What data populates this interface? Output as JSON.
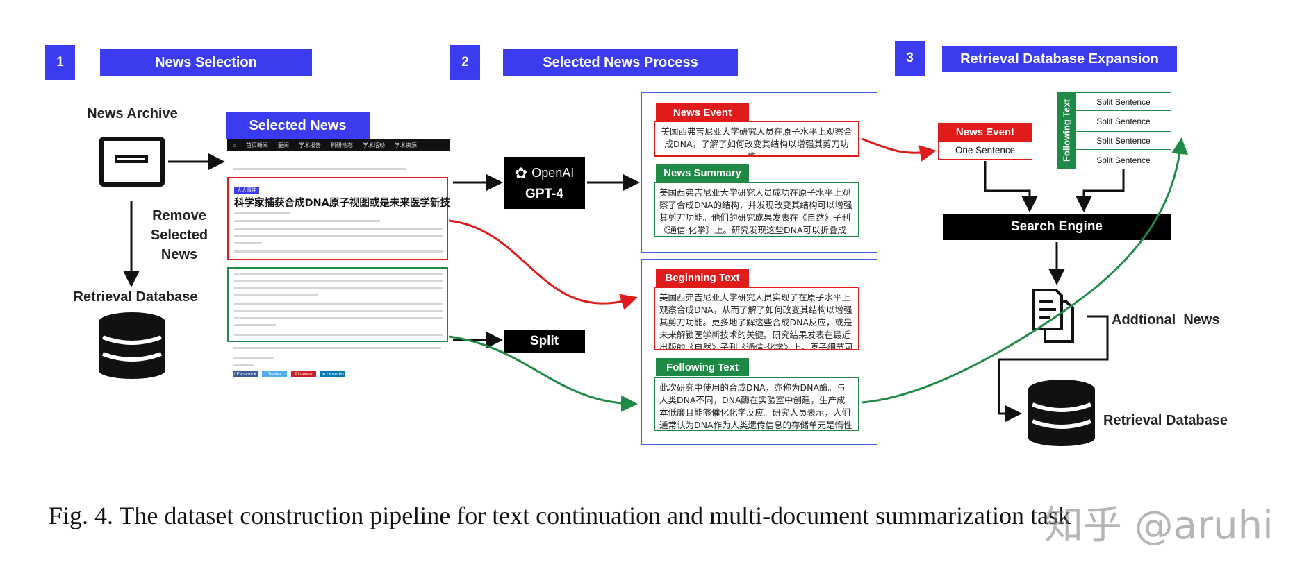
{
  "steps": [
    {
      "number": "1",
      "title": "News Selection"
    },
    {
      "number": "2",
      "title": "Selected News Process"
    },
    {
      "number": "3",
      "title": "Retrieval Database Expansion"
    }
  ],
  "left": {
    "news_archive": "News Archive",
    "remove_label": "Remove\nSelected\nNews",
    "retrieval_db": "Retrieval Database",
    "selected_news": "Selected News"
  },
  "news_page": {
    "nav": [
      "首页新闻",
      "要闻",
      "学术报告",
      "科研动态",
      "学术活动",
      "学术资源"
    ],
    "badge": "大大事件",
    "headline": "科学家捕获合成DNA原子视图或是未来医学新技术的关键",
    "share": [
      "f Facebook",
      "Twitter",
      "Pinterest",
      "in LinkedIn"
    ]
  },
  "openai": {
    "brand": "OpenAI",
    "model": "GPT-4"
  },
  "split": "Split",
  "process": {
    "news_event_tag": "News Event",
    "news_event_text": "美国西弗吉尼亚大学研究人员在原子水平上观察合成DNA，了解了如何改变其结构以增强其剪刀功能。",
    "news_summary_tag": "News Summary",
    "news_summary_text": "美国西弗吉尼亚大学研究人员成功在原子水平上观察了合成DNA的结构，并发现改变其结构可以增强其剪刀功能。他们的研究成果发表在《自然》子刊《通信·化学》上。研究发现这些DNA可以折叠成复杂的形状，能够执行一系",
    "beginning_tag": "Beginning Text",
    "beginning_text": "美国西弗吉尼亚大学研究人员实现了在原子水平上观察合成DNA，从而了解了如何改变其结构以增强其剪刀功能。更多地了解这些合成DNA反应，或是未来解锁医学新技术的关键。研究结果发表在最近出版的《自然》子刊《通信·化学》上。原子细节可以为人们提供一个路线图，",
    "following_tag": "Following Text",
    "following_text": "此次研究中使用的合成DNA，亦称为DNA酶。与人类DNA不同，DNA酶在实验室中创建，生产成本低廉且能够催化化学反应。研究人员表示，人们通常认为DNA作为人类遗传信息的存储单元是惰性的，然而，在实验室中进化出的"
  },
  "right": {
    "news_event": "News Event",
    "one_sentence": "One Sentence",
    "following_text_label": "Following Text",
    "split_sentences": [
      "Split Sentence",
      "Split Sentence",
      "Split Sentence",
      "Split Sentence"
    ],
    "search_engine": "Search Engine",
    "additional_news": "Addtional  News",
    "retrieval_db": "Retrieval Database"
  },
  "caption": "Fig. 4.  The dataset construction pipeline for text continuation and multi-document summarization task",
  "watermark": "知乎 @aruhi",
  "colors": {
    "blue": "#3b3bf0",
    "red": "#e01b1b",
    "green": "#1f8a45",
    "panel_border": "#3a66c8"
  }
}
